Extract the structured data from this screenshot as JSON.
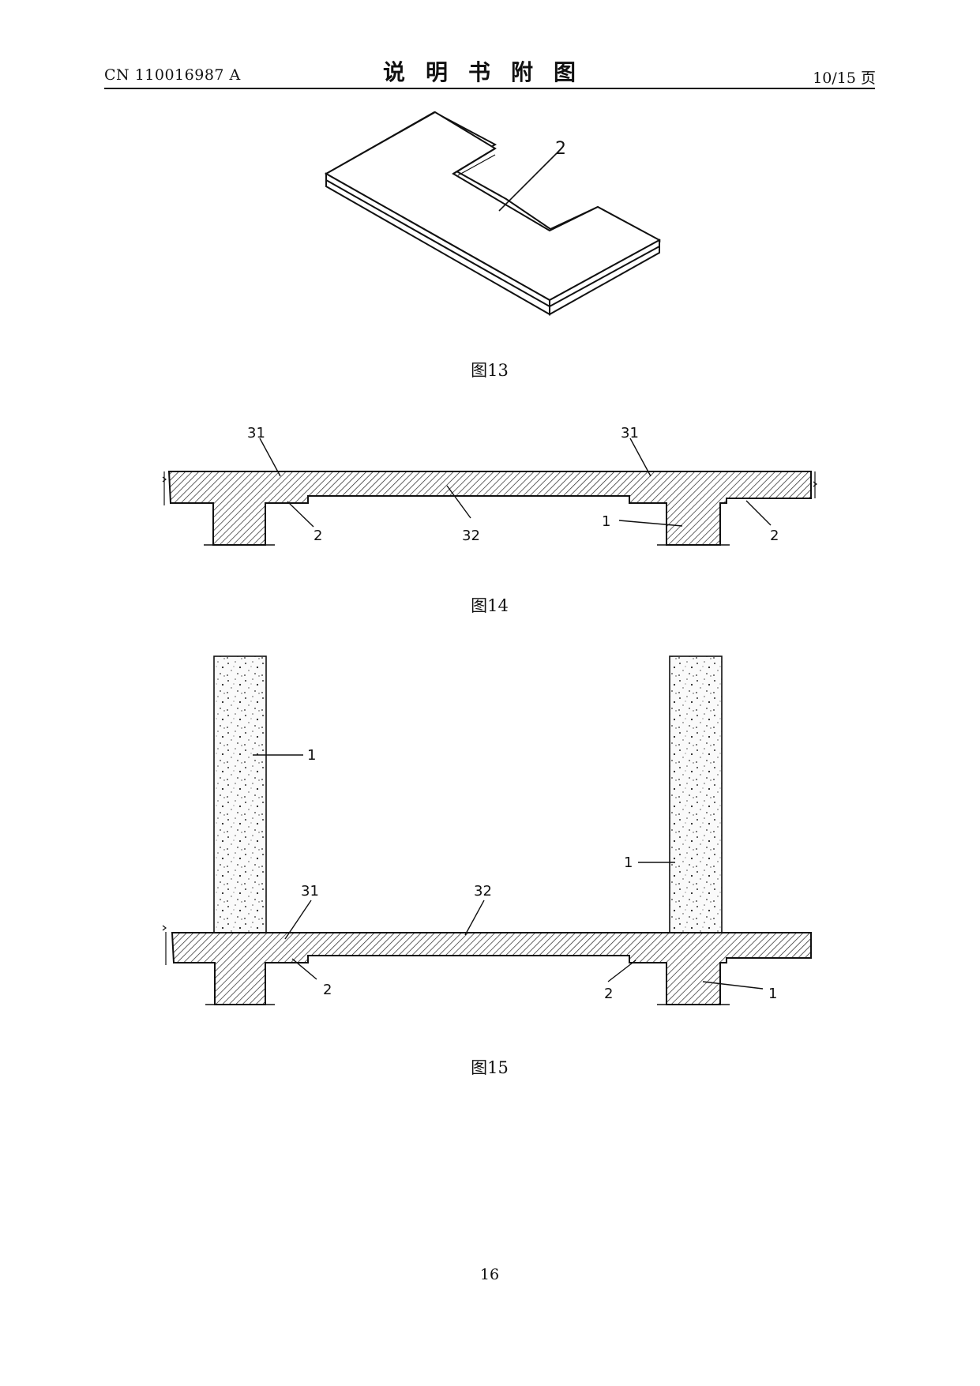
{
  "header": {
    "doc_number": "CN 110016987 A",
    "section_title": "说明书附图",
    "page_of": "10/15 页"
  },
  "figures": [
    {
      "caption": "图13",
      "labels": {
        "panel": "2"
      }
    },
    {
      "caption": "图14",
      "labels": {
        "flange_left": "31",
        "flange_right": "31",
        "slab": "32",
        "beam": "1",
        "panel_left": "2",
        "panel_right": "2"
      }
    },
    {
      "caption": "图15",
      "labels": {
        "column_left": "1",
        "column_right": "1",
        "flange": "31",
        "slab": "32",
        "panel_left": "2",
        "panel_right": "2",
        "beam": "1"
      }
    }
  ],
  "footer": {
    "page_number": "16"
  }
}
